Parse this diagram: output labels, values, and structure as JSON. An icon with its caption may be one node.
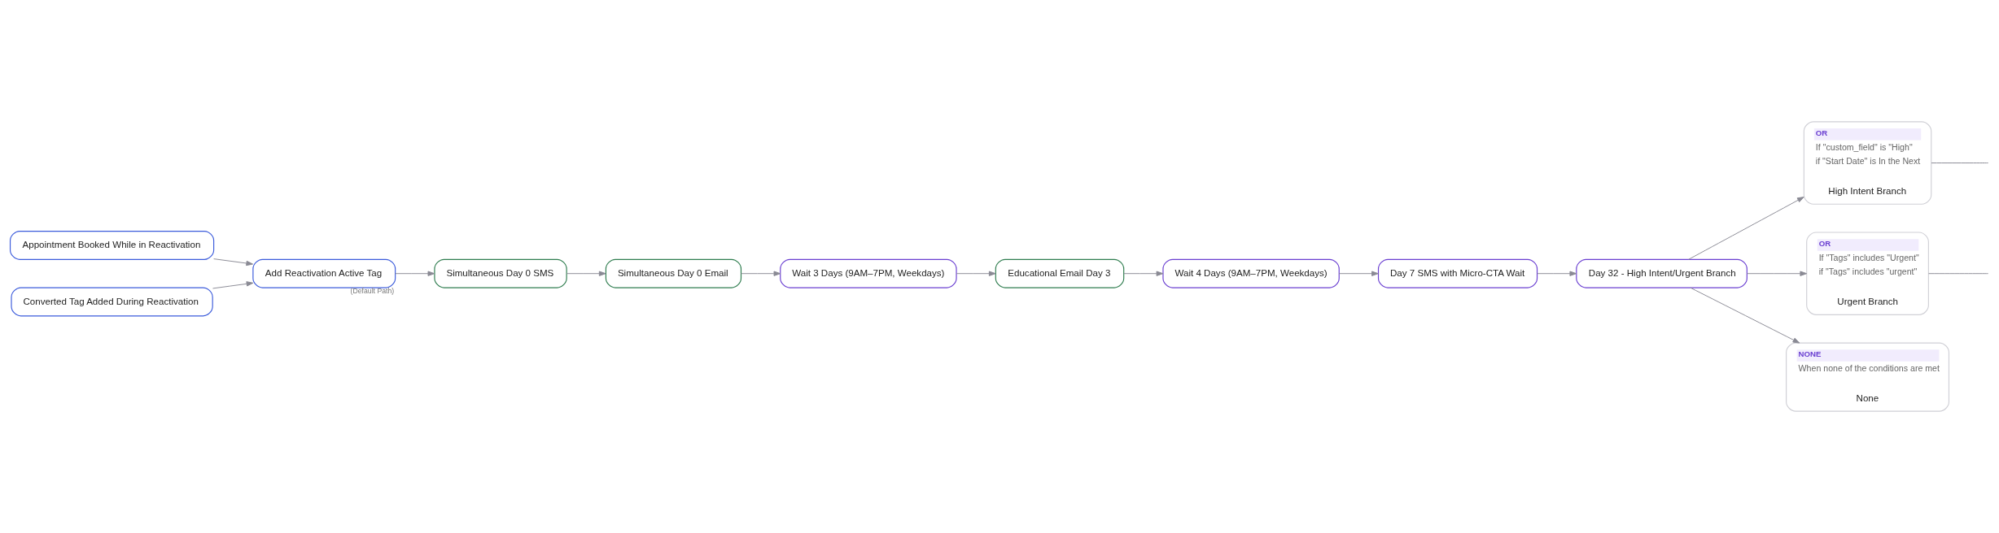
{
  "diagram": {
    "nodes": [
      {
        "text": [
          "Appointment Booked While in Reactivation"
        ]
      },
      {
        "text": [
          "Converted Tag Added During Reactivation"
        ]
      },
      {
        "text": [
          "Add Reactivation Active Tag"
        ],
        "beside": [
          "(Default Path)"
        ]
      },
      {
        "text": [
          "Simultaneous Day 0 SMS"
        ]
      },
      {
        "text": [
          "Simultaneous Day 0 Email"
        ]
      },
      {
        "text": [
          "Wait 3 Days (9AM–7PM, Weekdays)"
        ]
      },
      {
        "text": [
          "Educational Email Day 3"
        ]
      },
      {
        "text": [
          "Wait 4 Days (9AM–7PM, Weekdays)"
        ]
      },
      {
        "text": [
          "Day 7 SMS with Micro-CTA Wait"
        ]
      },
      {
        "text": [
          "Day 32 - High Intent/Urgent Branch"
        ]
      },
      {
        "text": [
          "OR",
          "If \"custom_field\" is \"High\"",
          "if \"Start Date\" is In the Next",
          "High Intent Branch"
        ]
      },
      {
        "text": [
          "OR",
          "If \"Tags\" includes \"Urgent\"",
          "if \"Tags\" includes \"urgent\"",
          "Urgent Branch"
        ]
      },
      {
        "text": [
          "NONE",
          "When none of the conditions are met",
          "None"
        ]
      }
    ],
    "edges": [
      {
        "from": 0,
        "to": 2,
        "arrow": "to"
      },
      {
        "from": 1,
        "to": 2,
        "arrow": "to"
      },
      {
        "from": 2,
        "to": 3,
        "arrow": "to"
      },
      {
        "from": 3,
        "to": 4,
        "arrow": "to"
      },
      {
        "from": 4,
        "to": 5,
        "arrow": "to"
      },
      {
        "from": 5,
        "to": 6,
        "arrow": "to"
      },
      {
        "from": 6,
        "to": 7,
        "arrow": "to"
      },
      {
        "from": 7,
        "to": 8,
        "arrow": "to"
      },
      {
        "from": 8,
        "to": 9,
        "arrow": "to"
      },
      {
        "from": 9,
        "to": 10,
        "arrow": "to"
      },
      {
        "from": 9,
        "to": 11,
        "arrow": "to"
      },
      {
        "from": 9,
        "to": 12,
        "arrow": "to"
      },
      {
        "from": 10,
        "to": null,
        "arrow": "none"
      },
      {
        "from": 11,
        "to": null,
        "arrow": "none"
      }
    ]
  }
}
